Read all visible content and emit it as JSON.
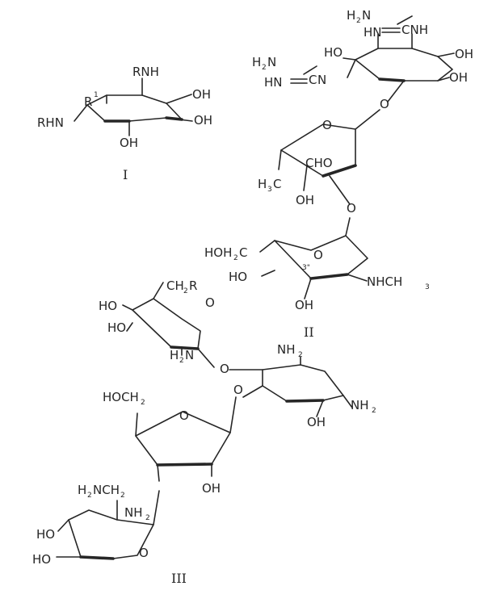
{
  "structure_I": {
    "substituents": [
      "RNH",
      "R",
      "1",
      "RHN",
      "OH",
      "OH",
      "OH"
    ],
    "label": "I"
  },
  "structure_II": {
    "substituents": [
      "H",
      "2",
      "N",
      "HN",
      "CNH",
      "HO",
      "OH",
      "OH",
      "H",
      "2",
      "N",
      "HN",
      "C",
      "N",
      "O",
      "O",
      "H",
      "3",
      "C",
      "CHO",
      "OH",
      "O",
      "HOH",
      "2",
      "C",
      "O",
      "3\"",
      "NHCH",
      "3",
      "HO",
      "OH"
    ],
    "label": "II"
  },
  "structure_III": {
    "substituents": [
      "HO",
      "CH",
      "2",
      "R",
      "O",
      "HO",
      "H",
      "2",
      "N",
      "O",
      "NH",
      "2",
      "NH",
      "2",
      "OH",
      "HOCH",
      "2",
      "O",
      "O",
      "OH",
      "H",
      "2",
      "NCH",
      "2",
      "NH",
      "2",
      "HO",
      "O",
      "HO"
    ],
    "label": "III"
  },
  "colors": {
    "ink": "#262626",
    "paper": "#ffffff"
  }
}
